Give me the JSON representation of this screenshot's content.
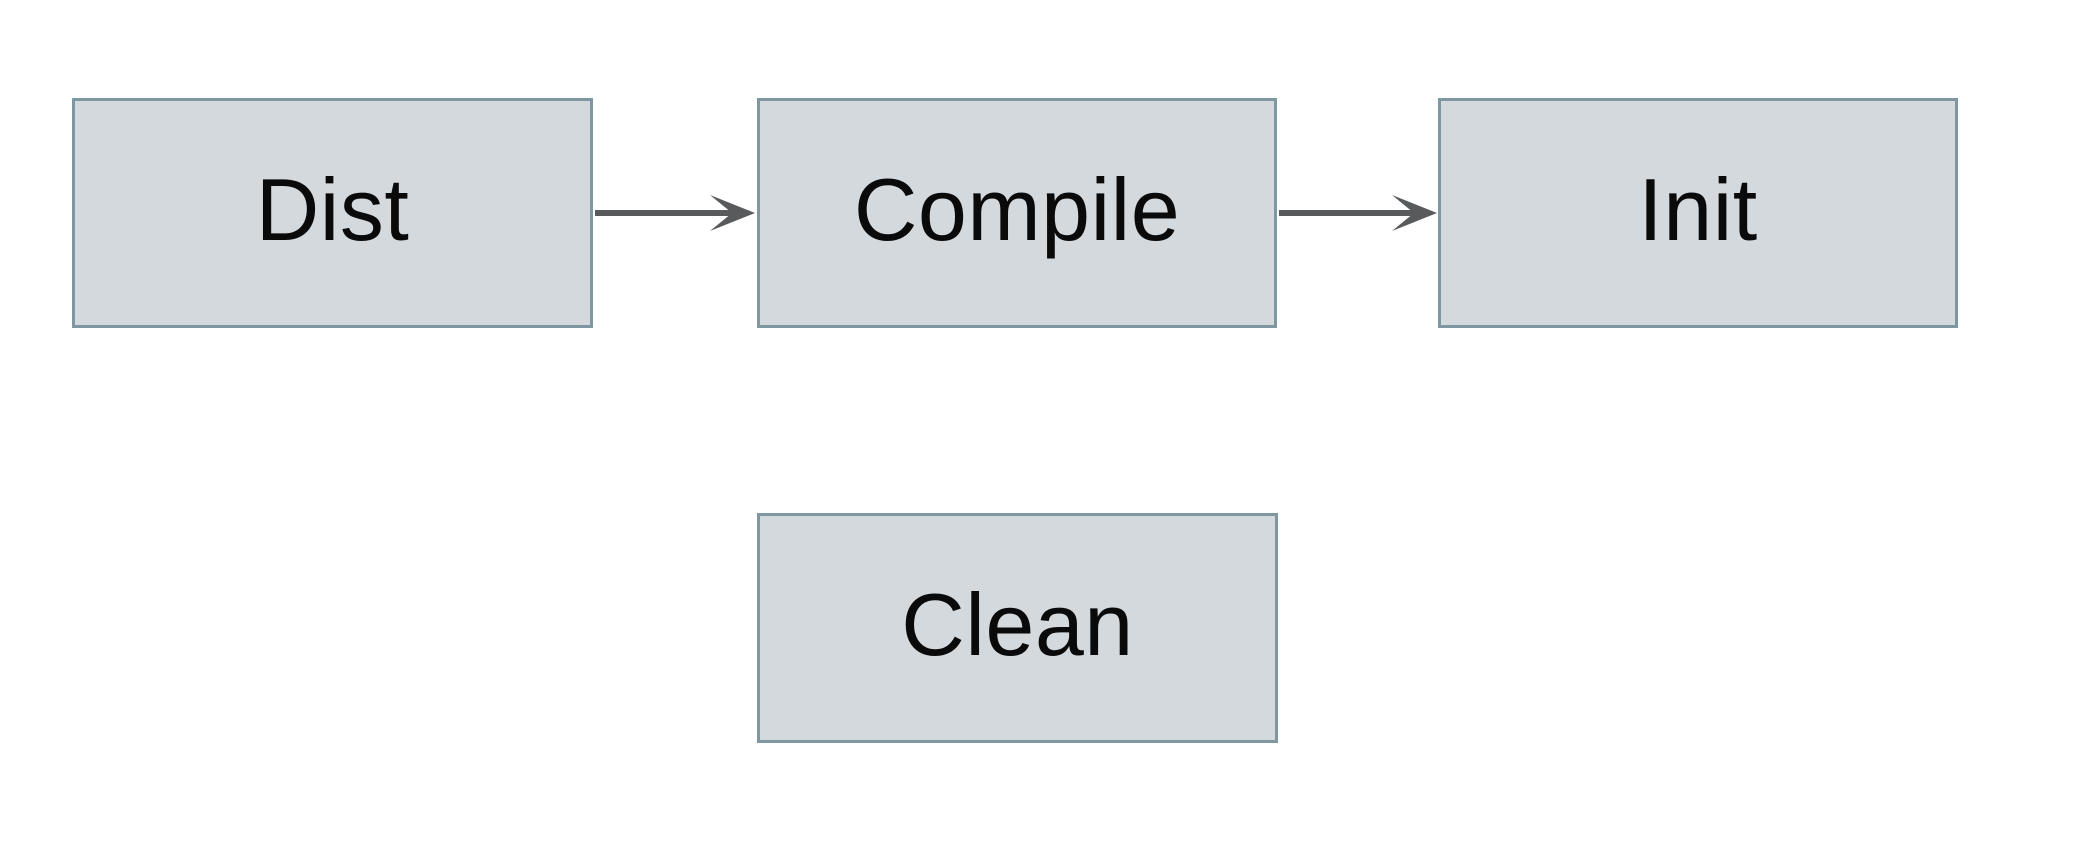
{
  "diagram": {
    "type": "flowchart",
    "colors": {
      "page_background": "#ffffff",
      "node_fill": "#d3d9dd",
      "node_border": "#7e97a1",
      "arrow_color": "#595a5c",
      "text_color": "#0a0a0a"
    },
    "nodes": [
      {
        "id": "dist",
        "label": "Dist"
      },
      {
        "id": "compile",
        "label": "Compile"
      },
      {
        "id": "init",
        "label": "Init"
      },
      {
        "id": "clean",
        "label": "Clean"
      }
    ],
    "edges": [
      {
        "from": "Dist",
        "to": "Compile"
      },
      {
        "from": "Compile",
        "to": "Init"
      }
    ]
  }
}
